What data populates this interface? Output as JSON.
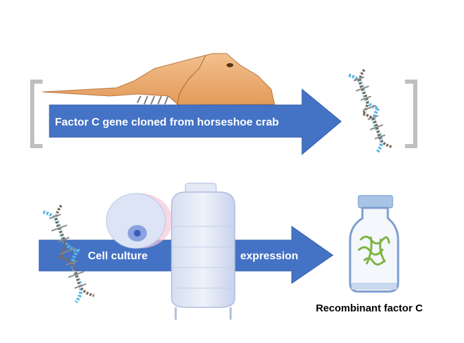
{
  "top_step": {
    "arrow_label": "Factor C gene cloned from horseshoe crab"
  },
  "bottom_step": {
    "left_label": "Cell culture",
    "right_label": "expression"
  },
  "product": {
    "label": "Recombinant factor C"
  },
  "colors": {
    "arrow": "#4472C4",
    "arrow_edge": "#3A63AD",
    "bracket": "#BFBFBF",
    "crab": "#E8A66A",
    "protein": "#7CB342",
    "text_on_arrow": "#FFFFFF",
    "label": "#000000"
  }
}
